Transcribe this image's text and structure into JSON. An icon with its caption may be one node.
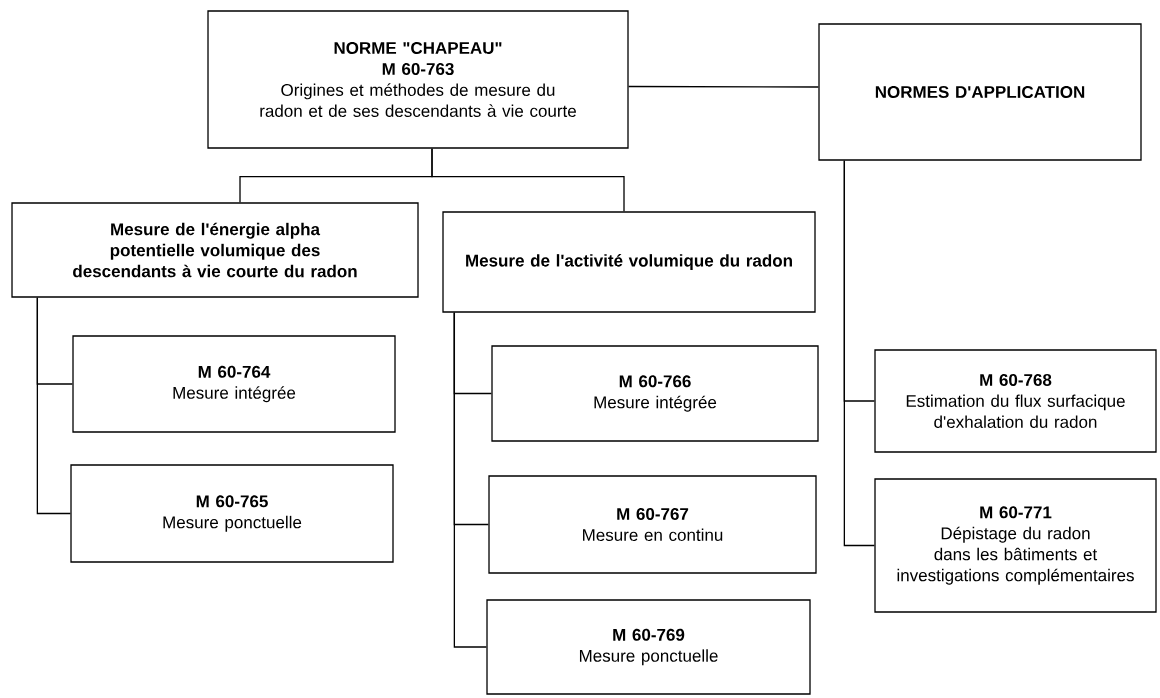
{
  "diagram": {
    "nodes": [
      {
        "text": [
          "NORME \"CHAPEAU\"",
          "M 60-763",
          "Origines et méthodes de mesure du radon et de ses descendants à vie courte"
        ]
      },
      {
        "text": [
          "NORMES D'APPLICATION"
        ]
      },
      {
        "text": [
          "Mesure de l'énergie alpha potentielle volumique des descendants à vie courte du radon"
        ]
      },
      {
        "text": [
          "Mesure de l'activité volumique du radon"
        ]
      },
      {
        "text": [
          "M 60-764",
          "Mesure intégrée"
        ]
      },
      {
        "text": [
          "M 60-765",
          "Mesure ponctuelle"
        ]
      },
      {
        "text": [
          "M 60-766",
          "Mesure intégrée"
        ]
      },
      {
        "text": [
          "M 60-767",
          "Mesure en continu"
        ]
      },
      {
        "text": [
          "M 60-769",
          "Mesure ponctuelle"
        ]
      },
      {
        "text": [
          "M 60-768",
          "Estimation du flux surfacique d'exhalation du radon"
        ]
      },
      {
        "text": [
          "M 60-771",
          "Dépistage du radon dans les bâtiments et investigations complémentaires"
        ]
      }
    ],
    "edges": [
      {
        "from": 0,
        "to": 1,
        "arrow": "none"
      },
      {
        "from": 0,
        "to": 2,
        "arrow": "none"
      },
      {
        "from": 0,
        "to": 3,
        "arrow": "none"
      },
      {
        "from": 2,
        "to": 4,
        "arrow": "none"
      },
      {
        "from": 2,
        "to": 5,
        "arrow": "none"
      },
      {
        "from": 3,
        "to": 6,
        "arrow": "none"
      },
      {
        "from": 3,
        "to": 7,
        "arrow": "none"
      },
      {
        "from": 3,
        "to": 8,
        "arrow": "none"
      },
      {
        "from": 1,
        "to": 9,
        "arrow": "none"
      },
      {
        "from": 1,
        "to": 10,
        "arrow": "none"
      }
    ]
  }
}
